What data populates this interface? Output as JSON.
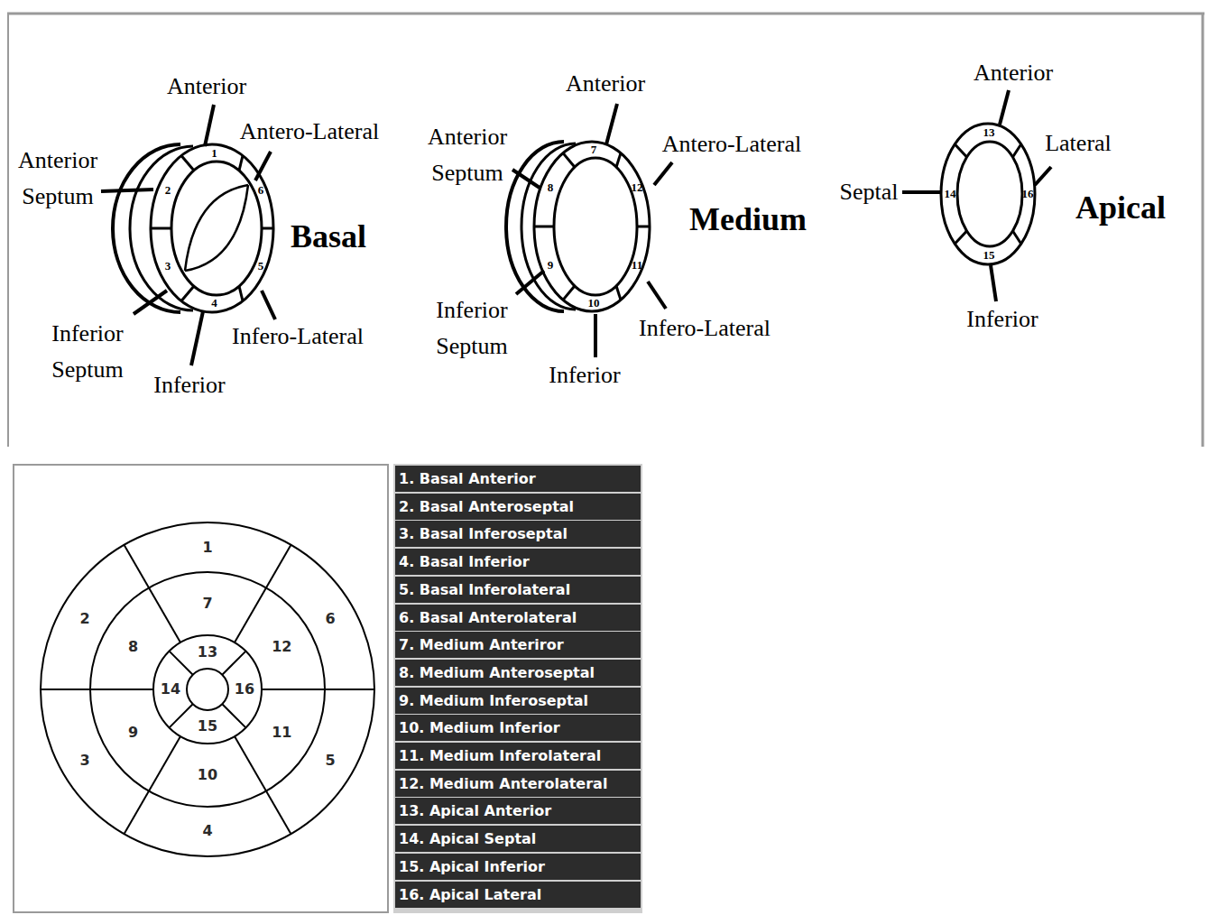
{
  "diagram": {
    "nodes": [
      {
        "text": [
          "1. Basal Anterior"
        ]
      },
      {
        "text": [
          "2. Basal Anteroseptal"
        ]
      },
      {
        "text": [
          "3. Basal Inferoseptal"
        ]
      },
      {
        "text": [
          "4. Basal Inferior"
        ]
      },
      {
        "text": [
          "5. Basal Inferolateral"
        ]
      },
      {
        "text": [
          "6. Basal Anterolateral"
        ]
      },
      {
        "text": [
          "7. Medium Anteriror"
        ]
      },
      {
        "text": [
          "8. Medium Anteroseptal"
        ]
      },
      {
        "text": [
          "9. Medium Inferoseptal"
        ]
      },
      {
        "text": [
          "10. Medium Inferior"
        ]
      },
      {
        "text": [
          "11. Medium Inferolateral"
        ]
      },
      {
        "text": [
          "12. Medium Anterolateral"
        ]
      },
      {
        "text": [
          "13. Apical Anterior"
        ]
      },
      {
        "text": [
          "14. Apical Septal"
        ]
      },
      {
        "text": [
          "15. Apical Inferior"
        ]
      },
      {
        "text": [
          "16. Apical Lateral"
        ]
      }
    ],
    "labels": [
      "Anterior",
      "Antero-Lateral",
      "Anterior Septum",
      "Basal",
      "Inferior Septum",
      "Infero-Lateral",
      "Inferior",
      "1",
      "2",
      "3",
      "4",
      "5",
      "6",
      "Anterior",
      "Antero-Lateral",
      "Anterior Septum",
      "Medium",
      "Inferior Septum",
      "Infero-Lateral",
      "Inferior",
      "7",
      "8",
      "9",
      "10",
      "11",
      "12",
      "Anterior",
      "Lateral",
      "Septal",
      "Apical",
      "Inferior",
      "13",
      "14",
      "15",
      "16",
      "1",
      "2",
      "3",
      "4",
      "5",
      "6",
      "7",
      "8",
      "9",
      "10",
      "11",
      "12",
      "13",
      "14",
      "15",
      "16"
    ]
  }
}
